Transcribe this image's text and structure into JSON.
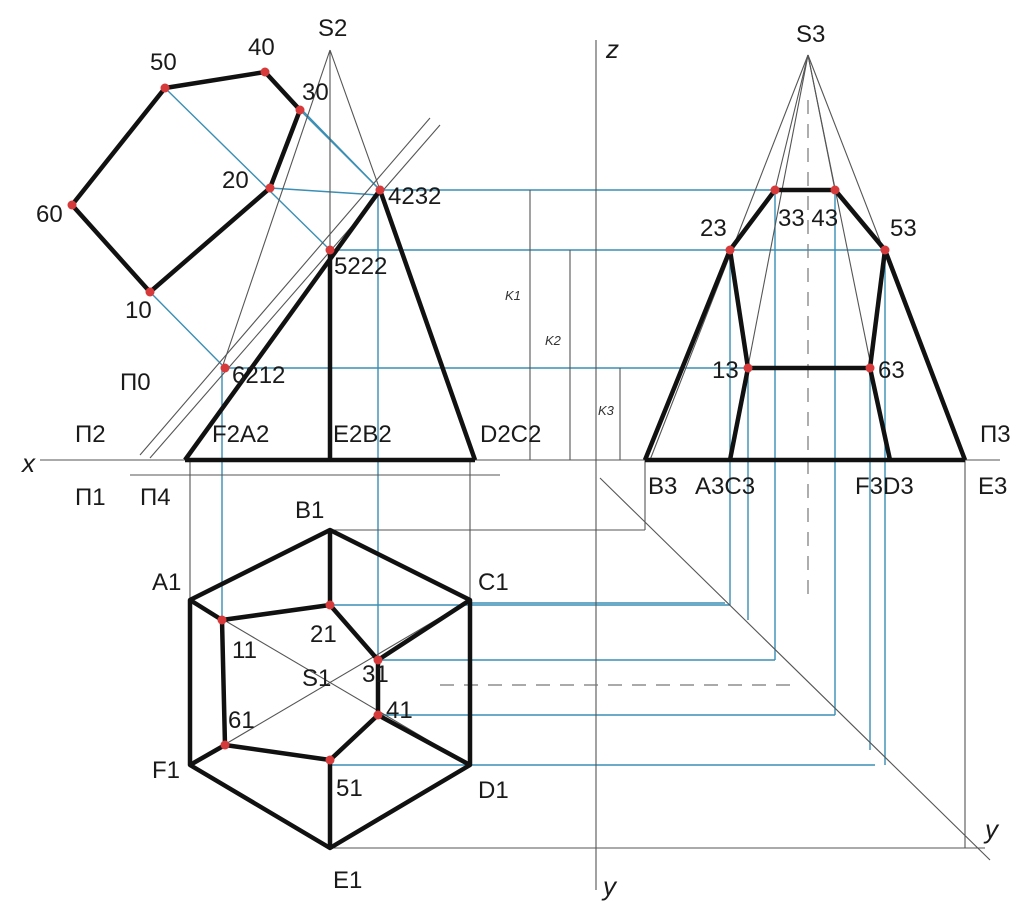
{
  "axes": {
    "x": "x",
    "z": "z",
    "y_bottom": "y",
    "y_right": "y",
    "pi2": "П2",
    "pi1": "П1",
    "pi3": "П3",
    "pi0": "П0",
    "pi4": "П4"
  },
  "apex": {
    "front": "S2",
    "side": "S3",
    "top": "S1"
  },
  "front_view": {
    "base_left": "F2A2",
    "base_mid": "E2B2",
    "base_right": "D2C2",
    "top_corner": "4232",
    "mid_corner": "5222",
    "low_corner": "6212"
  },
  "auxiliary_view": {
    "p1": "10",
    "p2": "20",
    "p3": "30",
    "p4": "40",
    "p5": "50",
    "p6": "60"
  },
  "side_view": {
    "base": [
      "B3",
      "A3C3",
      "F3D3",
      "E3"
    ],
    "top_label": "33 43",
    "p2": "23",
    "p5": "53",
    "p1": "13",
    "p6": "63"
  },
  "top_view": {
    "A": "A1",
    "B": "B1",
    "C": "C1",
    "D": "D1",
    "E": "E1",
    "F": "F1",
    "p1": "11",
    "p2": "21",
    "p3": "31",
    "p4": "41",
    "p5": "51",
    "p6": "61"
  },
  "dimensions": {
    "k1": "K1",
    "k2": "K2",
    "k3": "K3"
  },
  "colors": {
    "ink": "#111111",
    "thin": "#555555",
    "construction": "#3a8fb5",
    "point": "#d63a3a"
  }
}
